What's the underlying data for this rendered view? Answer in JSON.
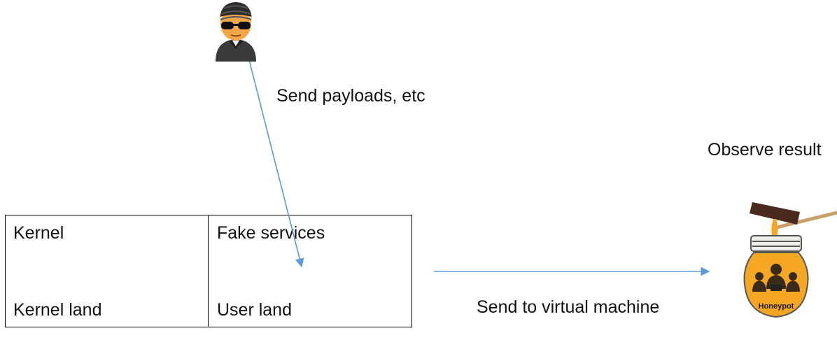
{
  "labels": {
    "send_payloads": "Send payloads, etc",
    "observe_result": "Observe result",
    "send_to_vm": "Send to virtual machine"
  },
  "kernel_box": {
    "title": "Kernel",
    "subtitle": "Kernel land"
  },
  "user_box": {
    "title": "Fake services",
    "subtitle": "User land"
  },
  "honeypot": {
    "label": "Honeypot"
  },
  "icons": {
    "attacker": "hacker-icon",
    "honeypot": "honeypot-jar-icon"
  },
  "colors": {
    "arrow": "#5b9bd5",
    "honey": "#f5a623"
  }
}
